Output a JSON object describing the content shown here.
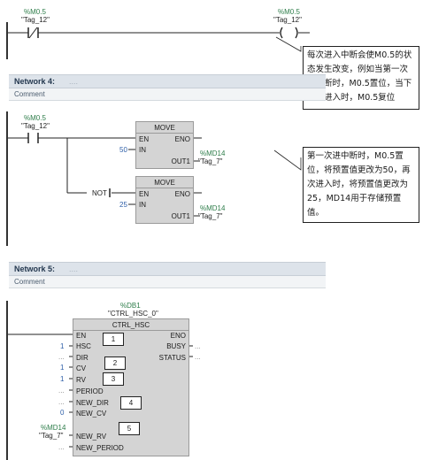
{
  "network3": {
    "contact": {
      "address": "%M0.5",
      "tag": "\"Tag_12\""
    },
    "coil": {
      "address": "%M0.5",
      "tag": "\"Tag_12\""
    },
    "callout": "每次进入中断会使M0.5的状态发生改变，例如当第一次进中断时，M0.5置位，当下一次进入时，M0.5复位"
  },
  "network4": {
    "title": "Network 4:",
    "title_dots": "....",
    "comment_label": "Comment",
    "contact": {
      "address": "%M0.5",
      "tag": "\"Tag_12\""
    },
    "not_label": "NOT",
    "move1": {
      "title": "MOVE",
      "en": "EN",
      "eno": "ENO",
      "in": "IN",
      "out": "OUT1",
      "in_value": "50",
      "out_address": "%MD14",
      "out_tag": "\"Tag_7\""
    },
    "move2": {
      "title": "MOVE",
      "en": "EN",
      "eno": "ENO",
      "in": "IN",
      "out": "OUT1",
      "in_value": "25",
      "out_address": "%MD14",
      "out_tag": "\"Tag_7\""
    },
    "callout": "第一次进中断时，M0.5置位，将预置值更改为50，再次进入时，将预置值更改为25，MD14用于存储预置值。"
  },
  "network5": {
    "title": "Network 5:",
    "title_dots": "....",
    "comment_label": "Comment",
    "db_address": "%DB1",
    "db_tag": "\"CTRL_HSC_0\"",
    "block": {
      "title": "CTRL_HSC",
      "en": "EN",
      "eno": "ENO",
      "inputs": [
        "HSC",
        "DIR",
        "CV",
        "RV",
        "PERIOD",
        "NEW_DIR",
        "NEW_CV",
        "NEW_RV",
        "NEW_PERIOD"
      ],
      "outputs": [
        "BUSY",
        "STATUS"
      ],
      "input_values": [
        "1",
        "...",
        "1",
        "1",
        "...",
        "...",
        "0",
        "",
        "..."
      ],
      "output_values": [
        "...",
        "..."
      ],
      "new_rv_address": "%MD14",
      "new_rv_tag": "\"Tag_7\""
    },
    "markers": [
      "1",
      "2",
      "3",
      "4",
      "5"
    ]
  }
}
